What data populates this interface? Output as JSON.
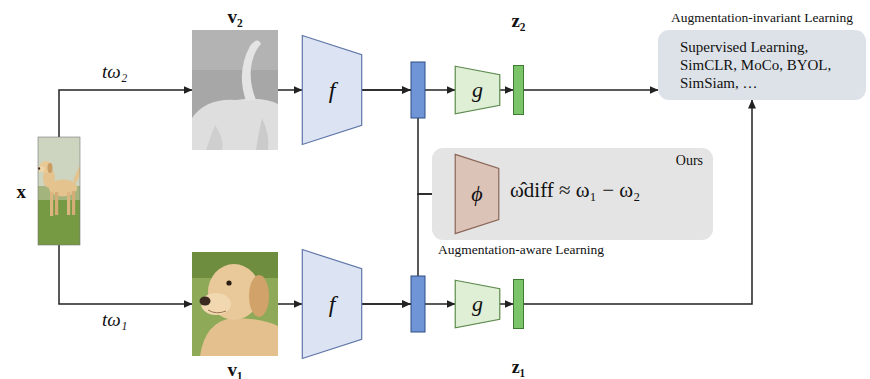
{
  "diagram": {
    "nodes": [
      {
        "text": [
          "x"
        ]
      },
      {
        "text": [
          "v₂"
        ]
      },
      {
        "text": [
          "f"
        ]
      },
      {
        "text": [
          "g"
        ]
      },
      {
        "text": [
          "z₂"
        ]
      },
      {
        "text": [
          "Augmentation-invariant Learning",
          "Supervised Learning, SimCLR, MoCo, BYOL, SimSiam, …"
        ]
      },
      {
        "text": [
          "Ours",
          "ω̂diff ≈ ω₁ − ω₂",
          "Augmentation-aware Learning"
        ]
      },
      {
        "text": [
          "ϕ"
        ],
        "in": 6
      },
      {
        "text": [
          "v₁"
        ]
      },
      {
        "text": [
          "f"
        ]
      },
      {
        "text": [
          "g"
        ]
      },
      {
        "text": [
          "z₁"
        ]
      }
    ],
    "edges": [
      {
        "from": 0,
        "to": 1,
        "arrow": "to",
        "label": "tω₂"
      },
      {
        "from": 0,
        "to": 8,
        "arrow": "to",
        "label": "tω₁"
      },
      {
        "from": 1,
        "to": 2,
        "arrow": "to"
      },
      {
        "from": 8,
        "to": 9,
        "arrow": "to"
      },
      {
        "from": 2,
        "to": 3,
        "arrow": "to"
      },
      {
        "from": 9,
        "to": 10,
        "arrow": "to"
      },
      {
        "from": 3,
        "to": 4,
        "arrow": "to"
      },
      {
        "from": 10,
        "to": 11,
        "arrow": "to"
      },
      {
        "from": 4,
        "to": 5,
        "arrow": "to"
      },
      {
        "from": 11,
        "to": 5,
        "arrow": "to"
      },
      {
        "from": 2,
        "to": 7,
        "arrow": "to"
      },
      {
        "from": 9,
        "to": 7,
        "arrow": "to"
      }
    ]
  }
}
